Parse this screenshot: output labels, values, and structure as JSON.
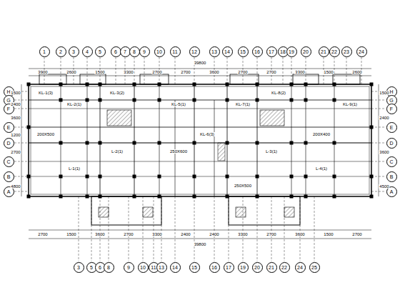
{
  "diagram": {
    "nodes": [
      {
        "text": [
          "1"
        ]
      },
      {
        "text": [
          "2"
        ]
      },
      {
        "text": [
          "3"
        ]
      },
      {
        "text": [
          "4"
        ]
      },
      {
        "text": [
          "5"
        ]
      },
      {
        "text": [
          "6"
        ]
      },
      {
        "text": [
          "7"
        ]
      },
      {
        "text": [
          "8"
        ]
      },
      {
        "text": [
          "9"
        ]
      },
      {
        "text": [
          "10"
        ]
      },
      {
        "text": [
          "11"
        ]
      },
      {
        "text": [
          "12"
        ]
      },
      {
        "text": [
          "13"
        ]
      },
      {
        "text": [
          "14"
        ]
      },
      {
        "text": [
          "15"
        ]
      },
      {
        "text": [
          "16"
        ]
      },
      {
        "text": [
          "17"
        ]
      },
      {
        "text": [
          "18"
        ]
      },
      {
        "text": [
          "19"
        ]
      },
      {
        "text": [
          "20"
        ]
      },
      {
        "text": [
          "21"
        ]
      },
      {
        "text": [
          "22"
        ]
      },
      {
        "text": [
          "23"
        ]
      },
      {
        "text": [
          "24"
        ]
      },
      {
        "text": [
          "H"
        ]
      },
      {
        "text": [
          "G"
        ]
      },
      {
        "text": [
          "F"
        ]
      },
      {
        "text": [
          "E"
        ]
      },
      {
        "text": [
          "D"
        ]
      },
      {
        "text": [
          "C"
        ]
      },
      {
        "text": [
          "B"
        ]
      },
      {
        "text": [
          "A"
        ]
      },
      {
        "text": [
          "H"
        ]
      },
      {
        "text": [
          "G"
        ]
      },
      {
        "text": [
          "F"
        ]
      },
      {
        "text": [
          "E"
        ]
      },
      {
        "text": [
          "D"
        ]
      },
      {
        "text": [
          "C"
        ]
      },
      {
        "text": [
          "B"
        ]
      },
      {
        "text": [
          "A"
        ]
      },
      {
        "text": [
          "3"
        ]
      },
      {
        "text": [
          "5"
        ]
      },
      {
        "text": [
          "6"
        ]
      },
      {
        "text": [
          "8"
        ]
      },
      {
        "text": [
          "9"
        ]
      },
      {
        "text": [
          "10"
        ]
      },
      {
        "text": [
          "11"
        ]
      },
      {
        "text": [
          "13"
        ]
      },
      {
        "text": [
          "14"
        ]
      },
      {
        "text": [
          "15"
        ]
      },
      {
        "text": [
          "16"
        ]
      },
      {
        "text": [
          "17"
        ]
      },
      {
        "text": [
          "19"
        ]
      },
      {
        "text": [
          "20"
        ]
      },
      {
        "text": [
          "21"
        ]
      },
      {
        "text": [
          "22"
        ]
      },
      {
        "text": [
          "24"
        ]
      },
      {
        "text": [
          "25"
        ]
      }
    ],
    "labels": [
      "39800",
      "3900",
      "2600",
      "1500",
      "3300",
      "2700",
      "2700",
      "3600",
      "2700",
      "2700",
      "3300",
      "1500",
      "2600",
      "2700",
      "1500",
      "3600",
      "2700",
      "3300",
      "2400",
      "2400",
      "3300",
      "2700",
      "3600",
      "1500",
      "2700",
      "39800",
      "1500",
      "2400",
      "3600",
      "1200",
      "2700",
      "4800",
      "1500",
      "2400",
      "3600",
      "4500",
      "KL-1(3)",
      "KL-2(1)",
      "KL-3(2)",
      "KL-5(1)",
      "KL-6(3)",
      "KL-7(1)",
      "KL-8(2)",
      "KL-9(1)",
      "L-1(1)",
      "L-2(1)",
      "L-3(1)",
      "L-4(1)",
      "200X500",
      "250X600",
      "200X400",
      "250X500"
    ]
  }
}
